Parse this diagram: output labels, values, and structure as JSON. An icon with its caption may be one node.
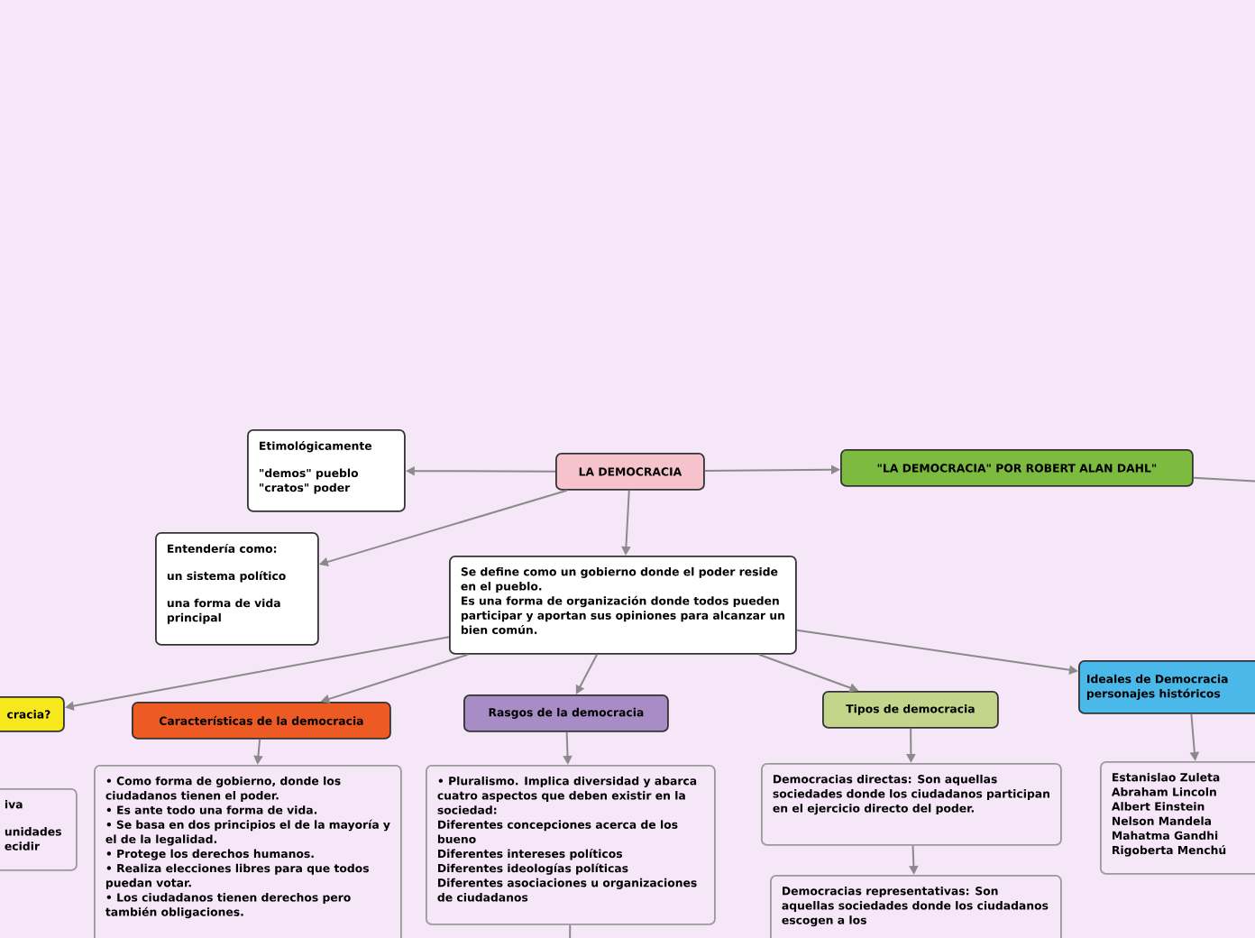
{
  "diagram": {
    "nodes": [
      {
        "text": [
          "LA DEMOCRACIA"
        ]
      },
      {
        "text": [
          "Etimológicamente",
          "\"demos\" pueblo \"cratos\" poder"
        ]
      },
      {
        "text": [
          "Entendería como:",
          "un sistema político",
          "una forma de vida principal"
        ]
      },
      {
        "text": [
          "\"LA DEMOCRACIA\" POR ROBERT ALAN DAHL\""
        ]
      },
      {
        "text": [
          "Se define como un gobierno donde el poder reside en el pueblo.",
          "Es una forma de organización donde todos pueden participar y aportan sus opiniones para alcanzar un bien común."
        ]
      },
      {
        "text": [
          "cracia?"
        ]
      },
      {
        "text": [
          "iva",
          "unidades ecidir"
        ]
      },
      {
        "text": [
          "Características de la democracia"
        ]
      },
      {
        "text": [
          "• Como forma de gobierno, donde los ciudadanos tienen el poder.",
          "• Es ante todo una forma de vida.",
          "• Se basa en dos principios el de la mayoría y el de la legalidad.",
          "• Protege los derechos humanos.",
          "• Realiza elecciones libres para que todos puedan votar.",
          "• Los ciudadanos tienen derechos pero también obligaciones."
        ]
      },
      {
        "text": [
          "Rasgos de la democracia"
        ]
      },
      {
        "text": [
          "• Pluralismo. Implica diversidad y abarca cuatro aspectos que deben existir en la sociedad:",
          "Diferentes concepciones acerca de los bueno",
          "Diferentes intereses políticos",
          "Diferentes ideologías políticas",
          "Diferentes asociaciones u organizaciones de ciudadanos"
        ]
      },
      {
        "text": [
          "Tipos de democracia"
        ]
      },
      {
        "text": [
          "Democracias directas: Son aquellas sociedades donde los ciudadanos participan en el ejercicio directo del poder."
        ]
      },
      {
        "text": [
          "Democracias representativas: Son aquellas sociedades donde los ciudadanos escogen a los"
        ]
      },
      {
        "text": [
          "Ideales de Democracia personajes históricos"
        ]
      },
      {
        "text": [
          "Estanislao Zuleta",
          "Abraham Lincoln",
          "Albert Einstein",
          "Nelson Mandela",
          "Mahatma Gandhi",
          "Rigoberta Menchú"
        ]
      }
    ],
    "edges": [
      {
        "from": 0,
        "to": 1,
        "arrow": "to"
      },
      {
        "from": 0,
        "to": 2,
        "arrow": "to"
      },
      {
        "from": 0,
        "to": 4,
        "arrow": "to"
      },
      {
        "from": 0,
        "to": 3,
        "arrow": "to"
      },
      {
        "from": 3,
        "to": null,
        "arrow": "none"
      },
      {
        "from": 4,
        "to": 5,
        "arrow": "to"
      },
      {
        "from": 4,
        "to": 7,
        "arrow": "to"
      },
      {
        "from": 4,
        "to": 9,
        "arrow": "to"
      },
      {
        "from": 4,
        "to": 11,
        "arrow": "to"
      },
      {
        "from": 4,
        "to": 14,
        "arrow": "to"
      },
      {
        "from": 7,
        "to": 8,
        "arrow": "to"
      },
      {
        "from": 9,
        "to": 10,
        "arrow": "to"
      },
      {
        "from": 10,
        "to": null,
        "arrow": "none"
      },
      {
        "from": 11,
        "to": 12,
        "arrow": "to"
      },
      {
        "from": 12,
        "to": 13,
        "arrow": "to"
      },
      {
        "from": 14,
        "to": 15,
        "arrow": "to"
      }
    ]
  }
}
